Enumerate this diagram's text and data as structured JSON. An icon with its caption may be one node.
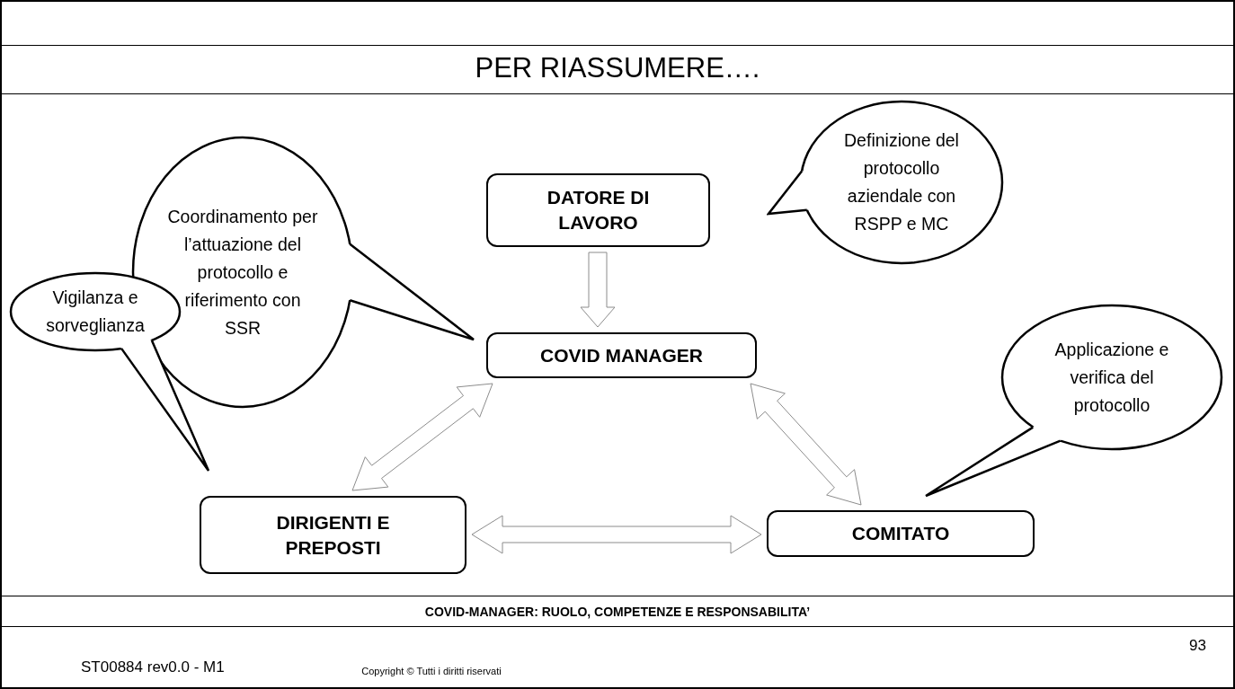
{
  "diagram": {
    "title": "PER RIASSUMERE….",
    "nodes": [
      {
        "text": [
          "Definizione del protocollo aziendale con RSPP e MC"
        ]
      },
      {
        "text": [
          "DATORE DI LAVORO"
        ]
      },
      {
        "text": [
          "Coordinamento per l’attuazione del protocollo e riferimento con SSR"
        ]
      },
      {
        "text": [
          "COVID MANAGER"
        ]
      },
      {
        "text": [
          "Vigilanza e sorveglianza"
        ]
      },
      {
        "text": [
          "Applicazione e verifica del protocollo"
        ]
      },
      {
        "text": [
          "DIRIGENTI E PREPOSTI"
        ]
      },
      {
        "text": [
          "COMITATO"
        ]
      }
    ],
    "edges": [
      {
        "from": 1,
        "to": 3,
        "arrow": "to"
      },
      {
        "from": 3,
        "to": 6,
        "arrow": "both"
      },
      {
        "from": 3,
        "to": 7,
        "arrow": "both"
      },
      {
        "from": 6,
        "to": 7,
        "arrow": "both"
      }
    ],
    "labels": [
      "COVID-MANAGER: RUOLO, COMPETENZE E RESPONSABILITA’",
      "ST00884 rev0.0 - M1",
      "Copyright © Tutti i diritti riservati",
      "93"
    ]
  }
}
